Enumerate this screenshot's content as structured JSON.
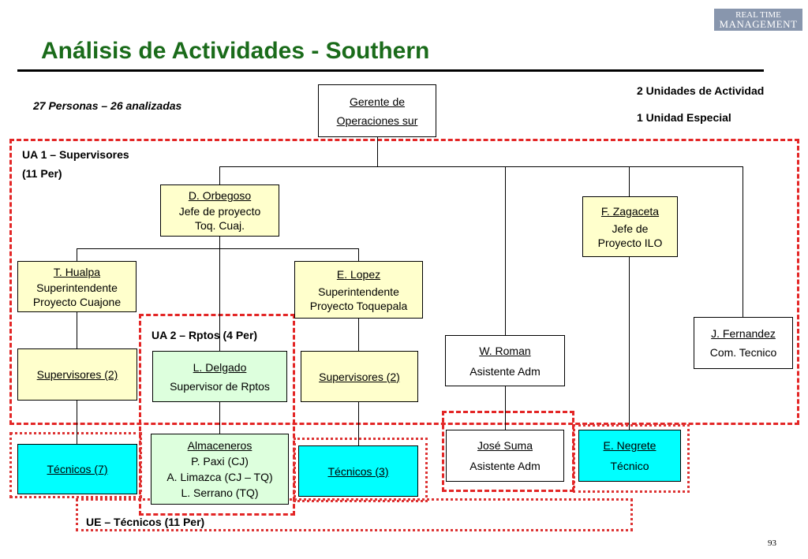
{
  "slide": {
    "title": "Análisis de Actividades - Southern",
    "logo": {
      "line1": "REAL TIME",
      "line2": "MANAGEMENT"
    },
    "personas": "27 Personas – 26 analizadas",
    "unidades": "2 Unidades de Actividad",
    "especial": "1 Unidad Especial",
    "ua1": {
      "line1": "UA 1 – Supervisores",
      "line2": "(11 Per)"
    },
    "ua2": "UA 2 – Rptos (4 Per)",
    "ue": "UE – Técnicos  (11 Per)",
    "page_number": "93"
  },
  "nodes": {
    "gerente": {
      "name": "Gerente de",
      "role": "Operaciones sur"
    },
    "orbegoso": {
      "name": "D. Orbegoso",
      "role": "Jefe de proyecto Toq. Cuaj."
    },
    "zagaceta": {
      "name": "F. Zagaceta",
      "role": "Jefe de Proyecto ILO"
    },
    "hualpa": {
      "name": "T. Hualpa",
      "role": "Superintendente Proyecto Cuajone"
    },
    "lopez": {
      "name": "E. Lopez",
      "role": "Superintendente Proyecto Toquepala"
    },
    "fernandez": {
      "name": "J. Fernandez",
      "role": "Com. Tecnico"
    },
    "roman": {
      "name": "W. Roman",
      "role": "Asistente Adm"
    },
    "sup_left": {
      "name": "Supervisores (2)"
    },
    "delgado": {
      "name": "L. Delgado",
      "role": "Supervisor de Rptos"
    },
    "sup_right": {
      "name": "Supervisores (2)"
    },
    "tec7": {
      "name": "Técnicos (7)"
    },
    "almaceneros": {
      "name": "Almaceneros",
      "l1": "P. Paxi (CJ)",
      "l2": "A. Limazca (CJ – TQ)",
      "l3": "L. Serrano (TQ)"
    },
    "tec3": {
      "name": "Técnicos (3)"
    },
    "suma": {
      "name": "José Suma",
      "role": "Asistente Adm"
    },
    "negrete": {
      "name": "E. Negrete",
      "role": "Técnico"
    }
  },
  "colors": {
    "title": "#1a6b1a",
    "dash": "#e32626",
    "yellow_box": "#ffffcc",
    "green_box": "#ddffdd",
    "cyan_box": "#00ffff"
  }
}
